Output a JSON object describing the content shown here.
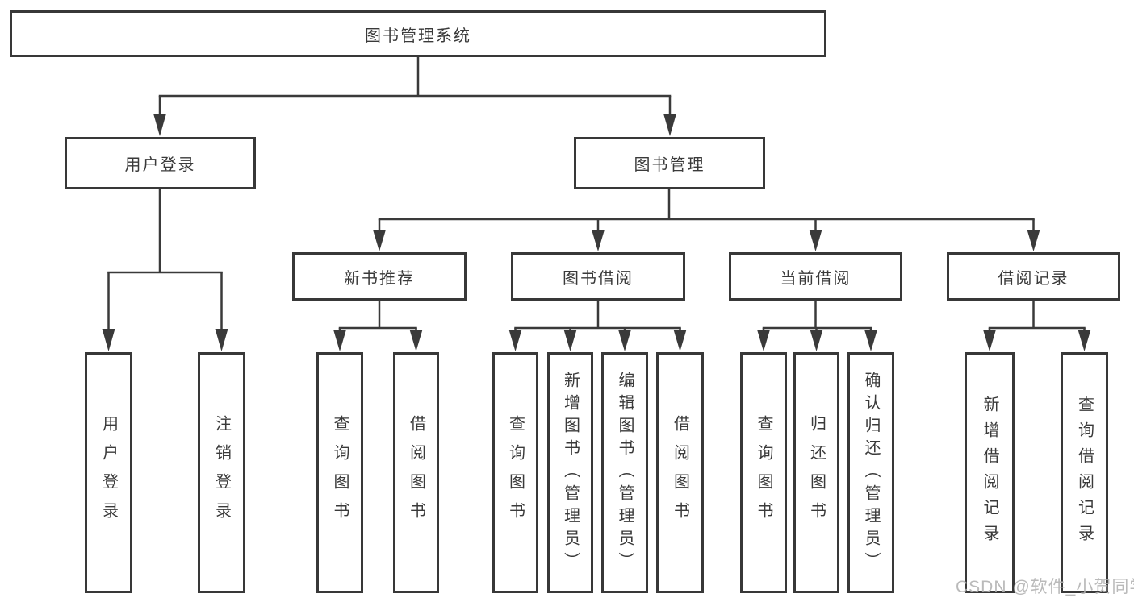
{
  "diagram": {
    "type": "functional-structure-tree",
    "colors": {
      "line": "#3a3a3a",
      "box_border": "#383838",
      "text": "#3a3a3a",
      "background": "#ffffff",
      "watermark": "#b3b3b3"
    },
    "watermark": {
      "text": "CSDN @软件_小贺同学"
    },
    "tree": {
      "label": "图书管理系统",
      "children": [
        {
          "label": "用户登录",
          "children": [
            {
              "label": "用户登录"
            },
            {
              "label": "注销登录"
            }
          ]
        },
        {
          "label": "图书管理",
          "children": [
            {
              "label": "新书推荐",
              "children": [
                {
                  "label": "查询图书"
                },
                {
                  "label": "借阅图书"
                }
              ]
            },
            {
              "label": "图书借阅",
              "children": [
                {
                  "label": "查询图书"
                },
                {
                  "label": "新增图书（管理员）"
                },
                {
                  "label": "编辑图书（管理员）"
                },
                {
                  "label": "借阅图书"
                }
              ]
            },
            {
              "label": "当前借阅",
              "children": [
                {
                  "label": "查询图书"
                },
                {
                  "label": "归还图书"
                },
                {
                  "label": "确认归还（管理员）"
                }
              ]
            },
            {
              "label": "借阅记录",
              "children": [
                {
                  "label": "新增借阅记录"
                },
                {
                  "label": "查询借阅记录"
                }
              ]
            }
          ]
        }
      ]
    }
  }
}
